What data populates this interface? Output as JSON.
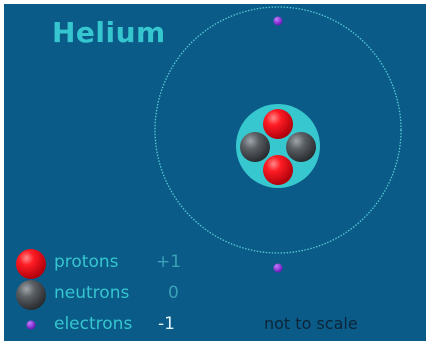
{
  "title": "Helium",
  "legend": {
    "protons": {
      "label": "protons",
      "charge": "+1"
    },
    "neutrons": {
      "label": "neutrons",
      "charge": "0"
    },
    "electrons": {
      "label": "electrons",
      "charge": "-1"
    }
  },
  "footnote": "not to scale",
  "colors": {
    "background": "#0a5b87",
    "title": "#35c6cf",
    "orbit": "#56c8d6",
    "nucleus": "#37c7cf",
    "proton": "#e6101a",
    "neutron": "#555a5f",
    "electron": "#8d28d6"
  },
  "atom": {
    "protons": 2,
    "neutrons": 2,
    "electrons": 2
  }
}
